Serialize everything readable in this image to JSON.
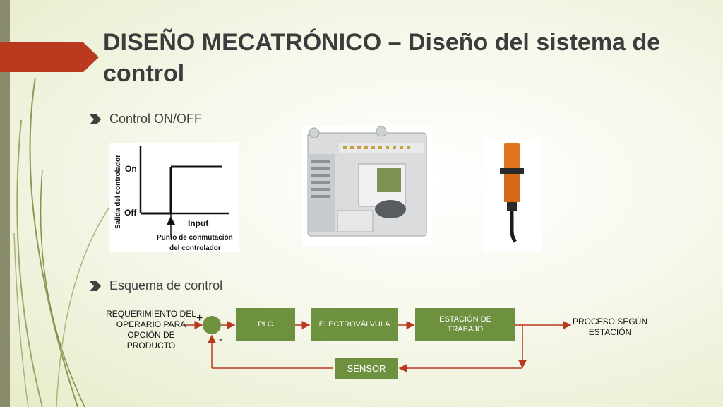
{
  "slide": {
    "title": "DISEÑO MECATRÓNICO – Diseño del sistema de control",
    "bullets": [
      "Control ON/OFF",
      "Esquema de control"
    ]
  },
  "onoff_graph": {
    "ylabel": "Salida del controlador",
    "on_label": "On",
    "off_label": "Off",
    "input_label": "Input",
    "switch_label_line1": "Punto de conmutación",
    "switch_label_line2": "del controlador"
  },
  "control_scheme": {
    "input_text": "REQUERIMIENTO DEL OPERARIO PARA OPCIÓN DE PRODUCTO",
    "plus_sign": "+",
    "minus_sign": "-",
    "blocks": [
      {
        "id": "plc",
        "label": "PLC"
      },
      {
        "id": "valve",
        "label": "ELECTROVÁLVULA"
      },
      {
        "id": "station",
        "label": "ESTACIÓN DE TRABAJO"
      },
      {
        "id": "sensor",
        "label": "SENSOR"
      }
    ],
    "output_text": "PROCESO SEGÚN ESTACIÓN"
  },
  "colors": {
    "accent_red": "#b93a1e",
    "block_green": "#6d913f",
    "sidebar": "#898b6a"
  },
  "icons": [
    "bullet-arrow-icon",
    "plc-image",
    "inductive-sensor-image"
  ]
}
